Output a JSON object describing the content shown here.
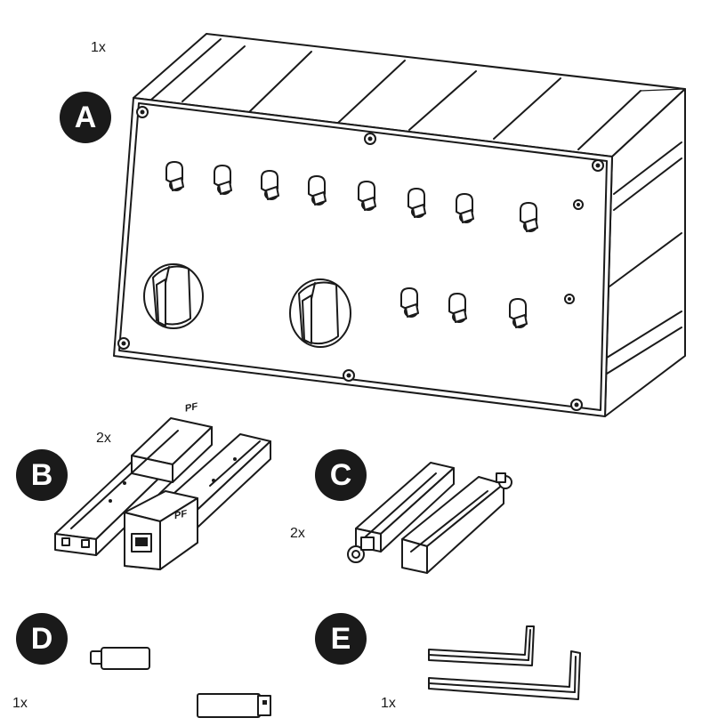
{
  "parts": [
    {
      "letter": "A",
      "quantity": "1x",
      "icon": "switch-panel-icon"
    },
    {
      "letter": "B",
      "quantity": "2x",
      "icon": "mounting-bracket-icon"
    },
    {
      "letter": "C",
      "quantity": "2x",
      "icon": "clamp-rail-icon"
    },
    {
      "letter": "D",
      "quantity": "1x",
      "icon": "usb-cable-icon"
    },
    {
      "letter": "E",
      "quantity": "1x",
      "icon": "hex-key-icon"
    }
  ]
}
